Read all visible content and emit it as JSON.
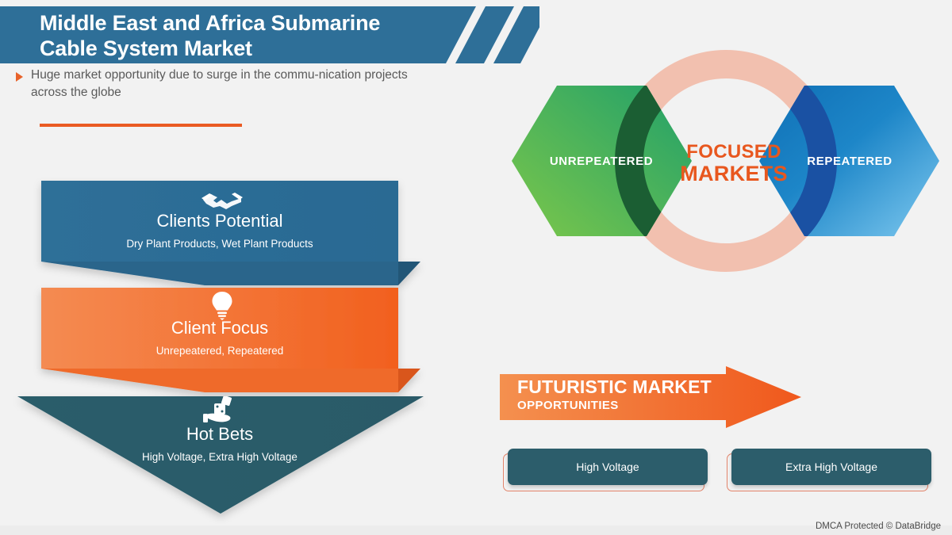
{
  "header": {
    "title": "Middle East and Africa Submarine Cable System Market",
    "bullet_icon": "triangle-bullet-icon",
    "subtitle": "Huge market opportunity due to surge in the commu-nication projects across the globe",
    "bar_color": "#2e6f98",
    "rule_color": "#ea5b23",
    "accent": "#e8622a"
  },
  "funnel": {
    "stages": [
      {
        "title": "Clients Potential",
        "subtitle": "Dry Plant Products, Wet Plant Products",
        "icon": "handshake-icon",
        "color": "#2e6f98"
      },
      {
        "title": "Client Focus",
        "subtitle": "Unrepeatered, Repeatered",
        "icon": "lightbulb-icon",
        "color": "#f08349"
      },
      {
        "title": "Hot Bets",
        "subtitle": "High Voltage, Extra High Voltage",
        "icon": "hand-with-dice-icon",
        "color": "#2c5d6b"
      }
    ]
  },
  "focus_diagram": {
    "center_line1": "FOCUSED",
    "center_line2": "MARKETS",
    "left_hex_label": "UNREPEATERED",
    "right_hex_label": "REPEATERED",
    "ring_color": "#f2c0af",
    "left_color": "#63bc46",
    "right_color": "#1379be",
    "text_color": "#e8571e"
  },
  "futuristic": {
    "title": "FUTURISTIC MARKET",
    "subtitle": "OPPORTUNITIES",
    "arrow_color": "#f2682a",
    "pills": [
      {
        "label": "High Voltage"
      },
      {
        "label": "Extra High Voltage"
      }
    ],
    "pill_color": "#2c5d6b",
    "pill_border": "#e2836a"
  },
  "footer": {
    "text": "DMCA Protected © DataBridge"
  }
}
